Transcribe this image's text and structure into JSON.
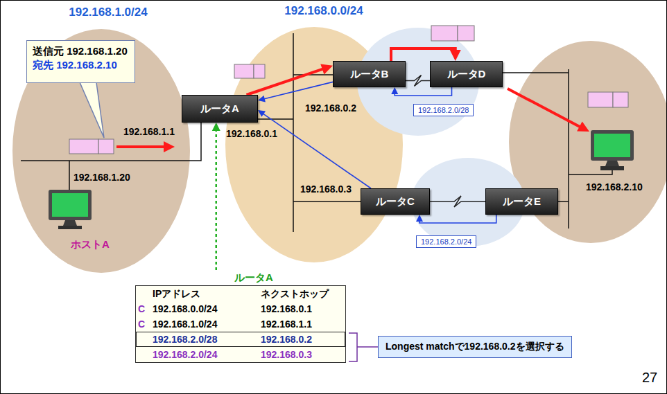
{
  "diagram": {
    "nodes": [
      {
        "text": [
          "192.168.1.0/24"
        ]
      },
      {
        "text": [
          "192.168.0.0/24"
        ]
      },
      {
        "text": [
          "送信元 192.168.1.20",
          "宛先 192.168.2.10"
        ]
      },
      {
        "text": [
          "ルータA"
        ]
      },
      {
        "text": [
          "ルータB"
        ]
      },
      {
        "text": [
          "ルータD"
        ]
      },
      {
        "text": [
          "ルータC"
        ]
      },
      {
        "text": [
          "ルータE"
        ]
      },
      {
        "text": [
          "192.168.2.0/28"
        ]
      },
      {
        "text": [
          "192.168.2.0/24"
        ]
      },
      {
        "text": [
          "ルータA",
          "IPアドレス",
          "ネクストホップ",
          "C",
          "192.168.0.0/24",
          "192.168.0.1",
          "C",
          "192.168.1.0/24",
          "192.168.1.1",
          "192.168.2.0/28",
          "192.168.0.2",
          "192.168.2.0/24",
          "192.168.0.3"
        ]
      },
      {
        "text": [
          "Longest matchで192.168.0.2を選択する"
        ]
      }
    ],
    "edges": [
      {
        "from": 3,
        "to": 4,
        "arrow": "to"
      },
      {
        "from": 4,
        "to": 5,
        "arrow": "to"
      },
      {
        "from": 4,
        "to": 3,
        "arrow": "to"
      },
      {
        "from": 5,
        "to": 4,
        "arrow": "to"
      },
      {
        "from": 6,
        "to": 3,
        "arrow": "to"
      },
      {
        "from": 7,
        "to": 6,
        "arrow": "to"
      },
      {
        "from": 4,
        "to": 5,
        "arrow": "none"
      },
      {
        "from": 6,
        "to": 7,
        "arrow": "none"
      },
      {
        "from": 10,
        "to": 3,
        "arrow": "to"
      }
    ],
    "labels": [
      "192.168.1.1",
      "192.168.0.1",
      "192.168.1.20",
      "ホストA",
      "192.168.0.2",
      "192.168.0.3",
      "192.168.2.10",
      "27"
    ]
  }
}
